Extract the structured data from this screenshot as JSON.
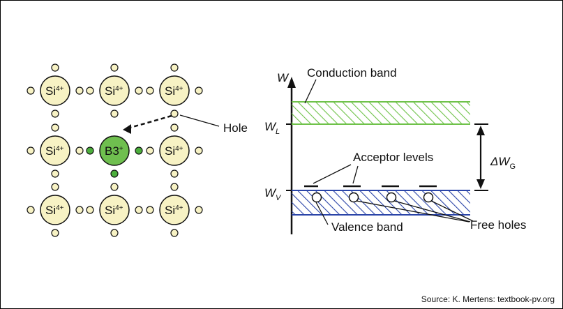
{
  "lattice": {
    "atoms": [
      {
        "symbol": "Si",
        "charge": "4+"
      },
      {
        "symbol": "Si",
        "charge": "4+"
      },
      {
        "symbol": "Si",
        "charge": "4+"
      },
      {
        "symbol": "Si",
        "charge": "4+"
      },
      {
        "symbol": "B3",
        "charge": "+"
      },
      {
        "symbol": "Si",
        "charge": "4+"
      },
      {
        "symbol": "Si",
        "charge": "4+"
      },
      {
        "symbol": "Si",
        "charge": "4+"
      },
      {
        "symbol": "Si",
        "charge": "4+"
      }
    ],
    "hole_label": "Hole"
  },
  "band_diagram": {
    "axis_label": "W",
    "wl_label": "W",
    "wl_sub": "L",
    "wv_label": "W",
    "wv_sub": "V",
    "gap_label": "ΔW",
    "gap_sub": "G",
    "conduction_label": "Conduction band",
    "acceptor_label": "Acceptor levels",
    "valence_label": "Valence band",
    "free_holes_label": "Free holes"
  },
  "colors": {
    "si_fill": "#f7f2c4",
    "boron_fill": "#6fbf4f",
    "green_hatch": "#6fc24a",
    "blue_hatch": "#2a44a8",
    "arrow": "#111111"
  },
  "source": "Source: K. Mertens: textbook-pv.org"
}
